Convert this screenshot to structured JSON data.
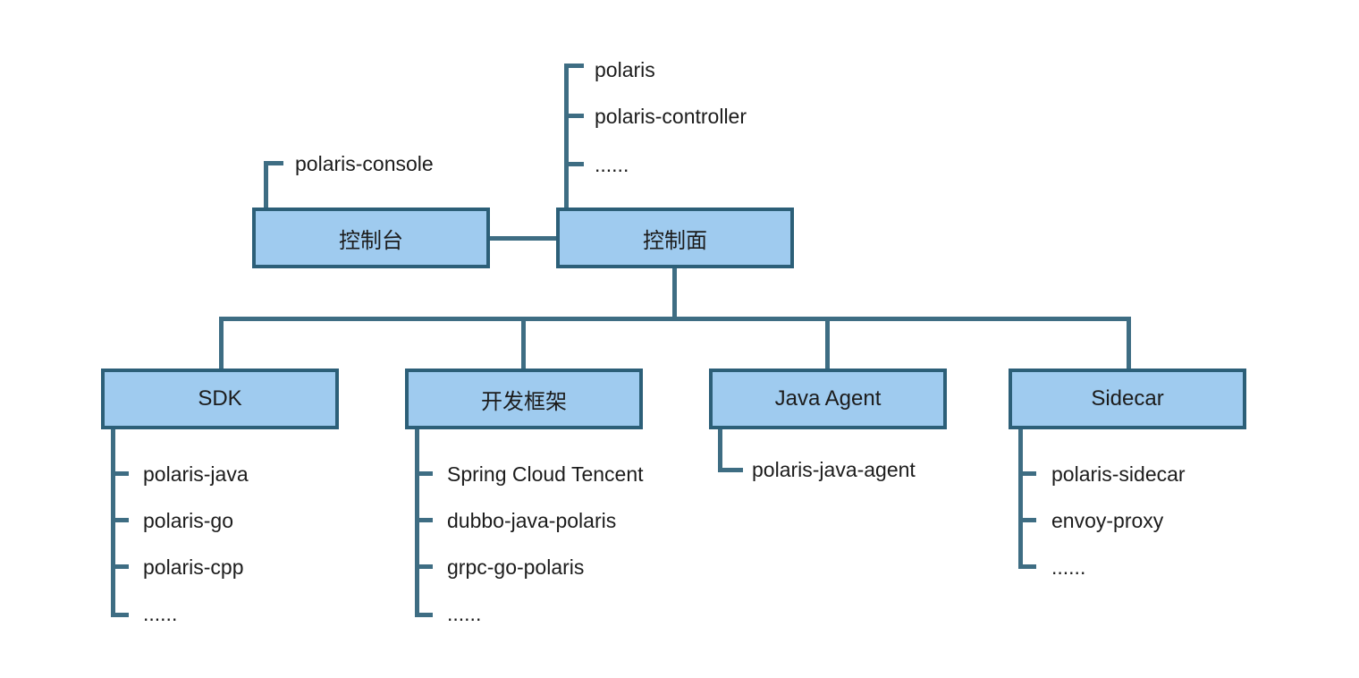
{
  "diagram": {
    "title_hint": "Polaris components architecture tree",
    "nodes": {
      "console": {
        "label": "控制台",
        "children": [
          "polaris-console"
        ]
      },
      "control_plane": {
        "label": "控制面",
        "children": [
          "polaris",
          "polaris-controller",
          "......"
        ]
      },
      "sdk": {
        "label": "SDK",
        "children": [
          "polaris-java",
          "polaris-go",
          "polaris-cpp",
          "......"
        ]
      },
      "framework": {
        "label": "开发框架",
        "children": [
          "Spring Cloud Tencent",
          "dubbo-java-polaris",
          "grpc-go-polaris",
          "......"
        ]
      },
      "java_agent": {
        "label": "Java Agent",
        "children": [
          "polaris-java-agent"
        ]
      },
      "sidecar": {
        "label": "Sidecar",
        "children": [
          "polaris-sidecar",
          "envoy-proxy",
          "......"
        ]
      }
    },
    "colors": {
      "box_fill": "#9FCBEF",
      "box_border": "#2C5F78",
      "connector": "#3E6D83",
      "text": "#1C1C1C",
      "background": "#FFFFFF"
    }
  }
}
